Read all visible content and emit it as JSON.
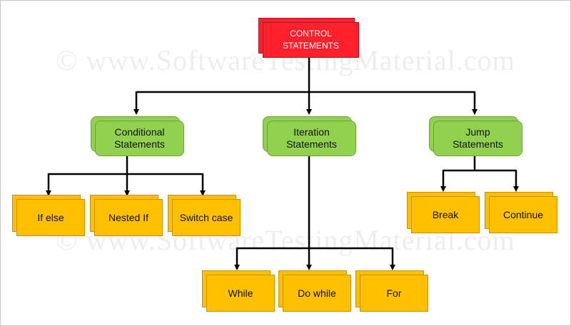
{
  "diagram": {
    "root": "CONTROL\nSTATEMENTS",
    "categories": [
      {
        "label": "Conditional\nStatements",
        "children": [
          "If else",
          "Nested If",
          "Switch case"
        ]
      },
      {
        "label": "Iteration\nStatements",
        "children": [
          "While",
          "Do while",
          "For"
        ]
      },
      {
        "label": "Jump\nStatements",
        "children": [
          "Break",
          "Continue"
        ]
      }
    ]
  },
  "watermark": "©  www.SoftwareTestingMaterial.com",
  "colors": {
    "root": "#ff1f2d",
    "category": "#92d050",
    "leaf": "#ffc000",
    "connector": "#000000"
  }
}
